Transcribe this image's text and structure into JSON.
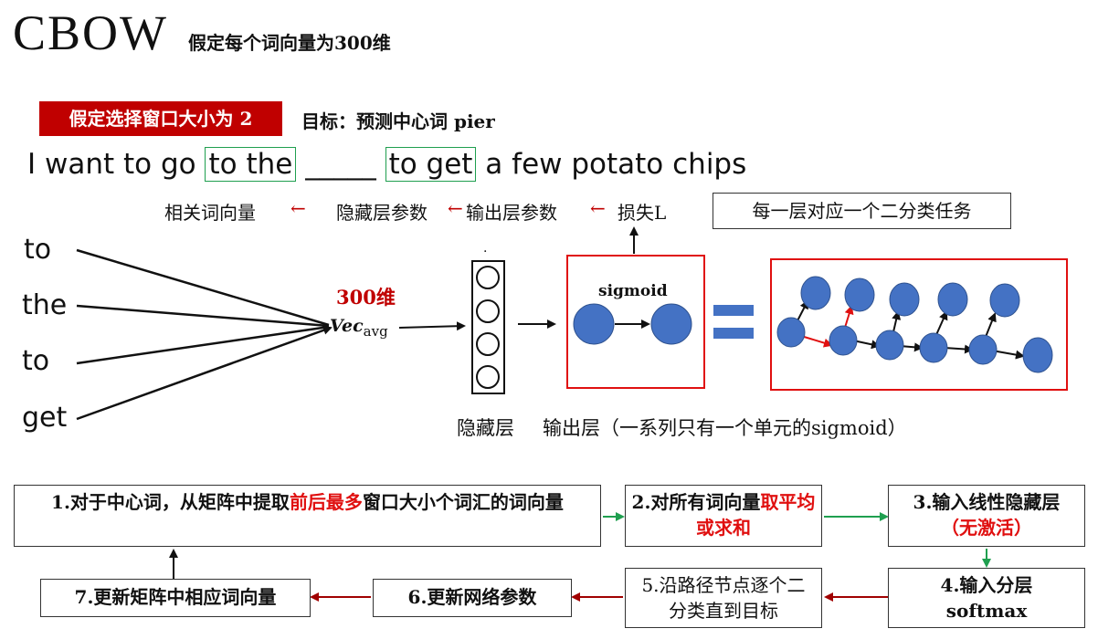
{
  "header": {
    "title": "CBOW",
    "subtitle": "假定每个词向量为300维"
  },
  "setup": {
    "window_badge": "假定选择窗口大小为 2",
    "goal": "目标：预测中心词 pier"
  },
  "sentence": {
    "before": "I want to go ",
    "left_context": "to the",
    "blank": " _____ ",
    "right_context": "to get",
    "after": " a few potato chips"
  },
  "backprop_chain": {
    "items": [
      "相关词向量",
      "隐藏层参数",
      "输出层参数",
      "损失L"
    ],
    "arrow": "←"
  },
  "task_note": "每一层对应一个二分类任务",
  "inputs": [
    "to",
    "the",
    "to",
    "get"
  ],
  "hidden": {
    "dim_label": "300维",
    "vec_main": "Vec",
    "vec_sub": "avg",
    "dot": "·",
    "equals_sign": "="
  },
  "output": {
    "sigmoid_label": "sigmoid",
    "hidden_caption": "隐藏层",
    "output_caption": "输出层（一系列只有一个单元的sigmoid）"
  },
  "steps": {
    "s1": {
      "pre": "1.对于中心词，从矩阵中提取",
      "hl": "前后最多",
      "post": "窗口大小个词汇的词向量"
    },
    "s2": {
      "pre": "2.对所有词向量",
      "hl": "取平均或求和",
      "post": ""
    },
    "s3": {
      "pre": "3.输入线性隐藏层",
      "hl": "（无激活）",
      "post": ""
    },
    "s4": {
      "line1": "4.输入分层",
      "line2": "softmax"
    },
    "s5": {
      "text": "5.沿路径节点逐个二分类直到目标"
    },
    "s6": {
      "text": "6.更新网络参数"
    },
    "s7": {
      "text": "7.更新矩阵中相应词向量"
    }
  },
  "colors": {
    "accent_red": "#c00000",
    "bright_red": "#e01010",
    "context_green": "#1f9f4f",
    "node_blue": "#4472c4"
  }
}
